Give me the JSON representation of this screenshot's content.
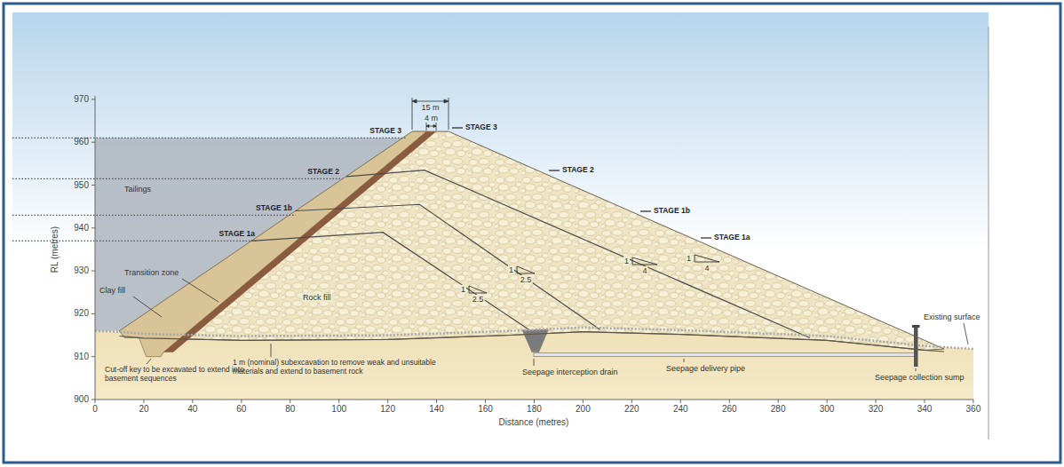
{
  "diagram": {
    "labels": [
      "970",
      "960",
      "950",
      "940",
      "930",
      "920",
      "910",
      "900",
      "RL (metres)",
      "0",
      "20",
      "40",
      "60",
      "80",
      "100",
      "120",
      "140",
      "160",
      "180",
      "200",
      "220",
      "240",
      "260",
      "280",
      "300",
      "320",
      "340",
      "360",
      "Distance (metres)",
      "15 m",
      "4 m",
      "STAGE 3",
      "STAGE 2",
      "STAGE 1b",
      "STAGE 1a",
      "STAGE 3",
      "STAGE 2",
      "STAGE 1b",
      "STAGE 1a",
      "Tailings",
      "Transition zone",
      "Clay fill",
      "Rock fill",
      "1",
      "2.5",
      "1",
      "2.5",
      "1",
      "4",
      "1",
      "4",
      "Cut-off key to be excavated to extend into basement sequences",
      "1 m (nominal) subexcavation to remove weak and unsuitable materials and extend to basement rock",
      "Seepage interception drain",
      "Seepage delivery pipe",
      "Seepage collection sump",
      "Existing surface"
    ]
  }
}
